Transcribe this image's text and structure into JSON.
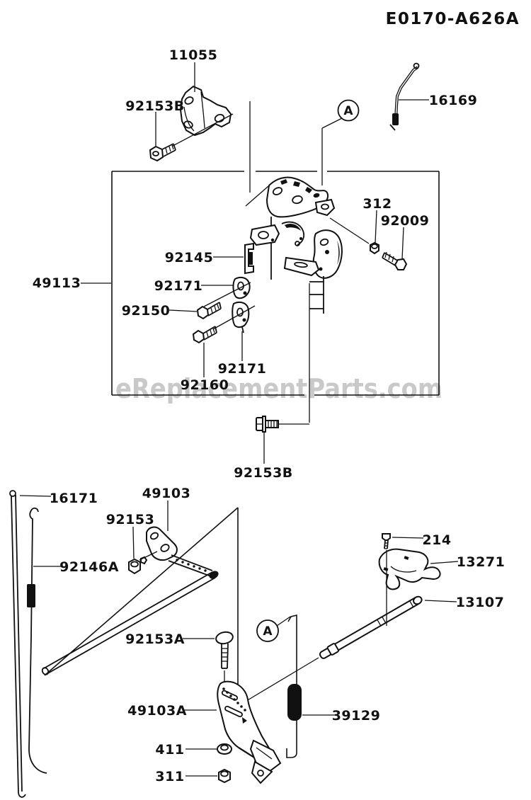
{
  "title": "E0170-A626A",
  "watermark": "eReplacementParts.com",
  "detail_marker": "A",
  "callouts": {
    "c11055": "11055",
    "c92153B_top": "92153B",
    "c16169": "16169",
    "c312": "312",
    "c92009": "92009",
    "c92145": "92145",
    "c92171_upper": "92171",
    "c49113": "49113",
    "c92150": "92150",
    "c92171_lower": "92171",
    "c92160": "92160",
    "c92153B_bottom": "92153B",
    "c16171": "16171",
    "c49103": "49103",
    "c92153": "92153",
    "c92146A": "92146A",
    "c214": "214",
    "c13271": "13271",
    "c13107": "13107",
    "c92153A": "92153A",
    "c49103A": "49103A",
    "c39129": "39129",
    "c411": "411",
    "c311": "311"
  },
  "colors": {
    "line": "#111111",
    "watermark": "#c9c9c9",
    "background": "#ffffff"
  }
}
